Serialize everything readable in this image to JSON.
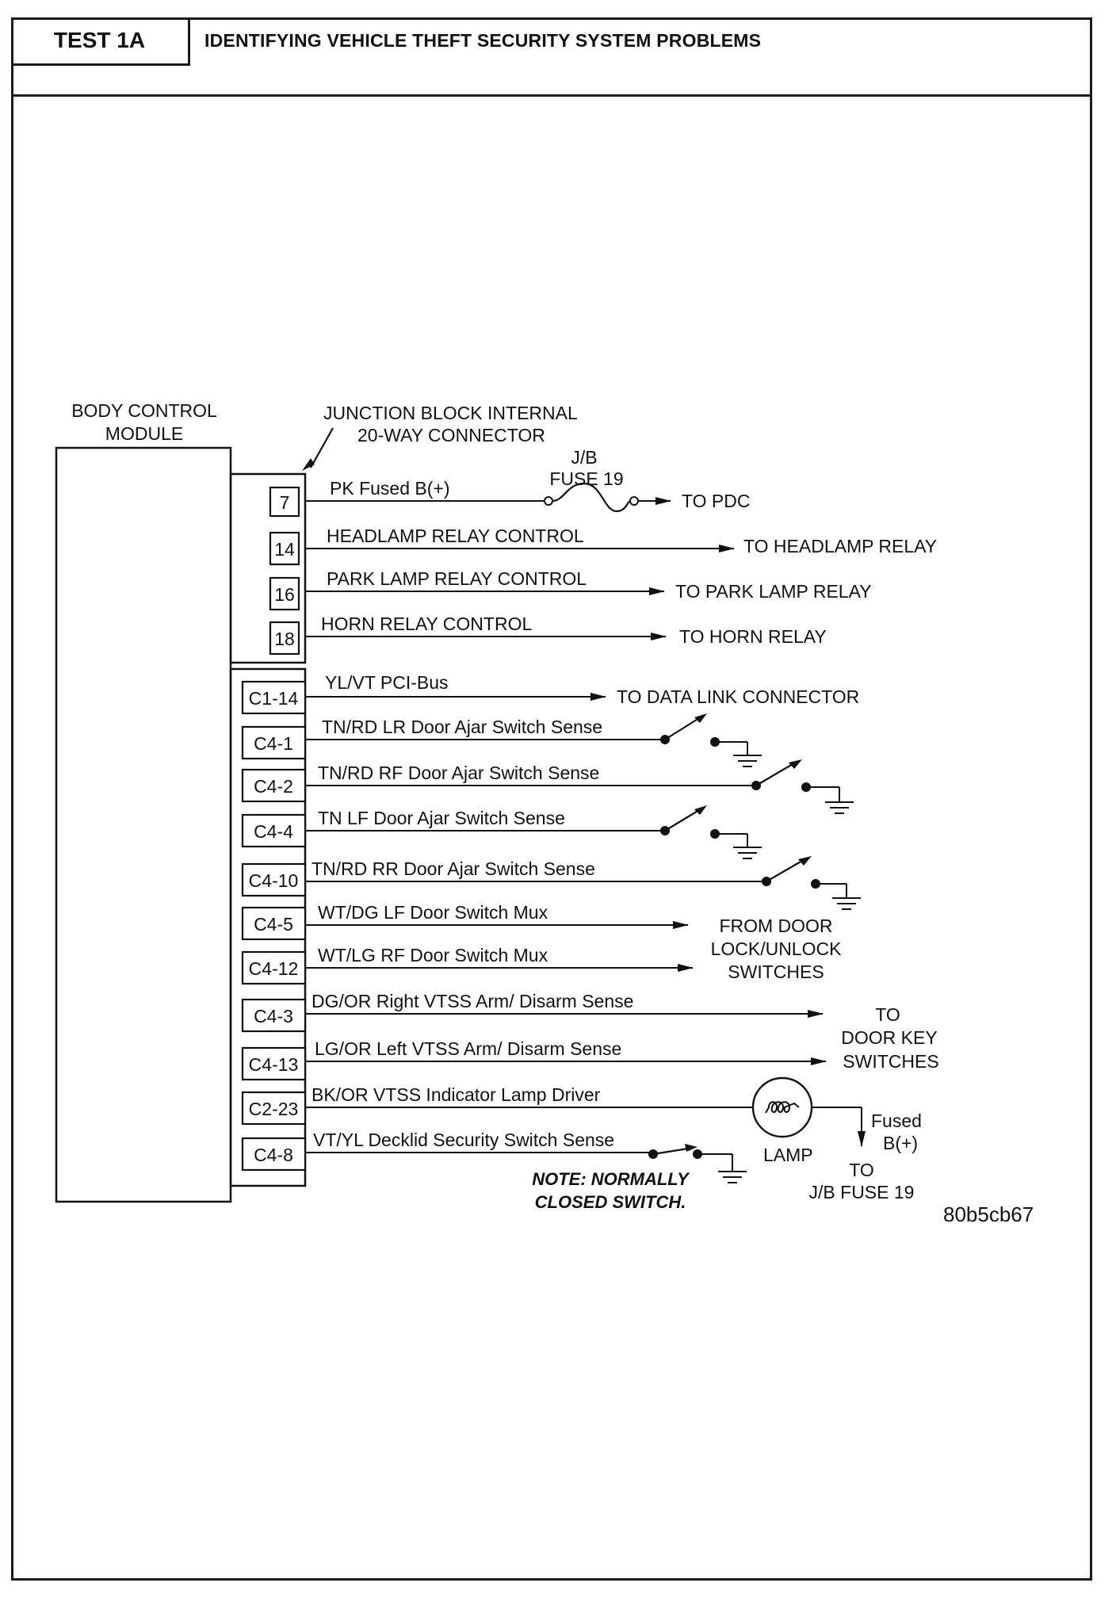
{
  "header": {
    "test_id": "TEST 1A",
    "title": "IDENTIFYING VEHICLE THEFT SECURITY SYSTEM PROBLEMS"
  },
  "module": {
    "line1": "BODY CONTROL",
    "line2": "MODULE"
  },
  "junction": {
    "line1": "JUNCTION BLOCK INTERNAL",
    "line2": "20-WAY CONNECTOR"
  },
  "fuse": {
    "line1": "J/B",
    "line2": "FUSE 19"
  },
  "circuits": [
    {
      "pin": "7",
      "label": "PK Fused B(+)"
    },
    {
      "pin": "14",
      "label": "HEADLAMP  RELAY CONTROL"
    },
    {
      "pin": "16",
      "label": "PARK LAMP RELAY CONTROL"
    },
    {
      "pin": "18",
      "label": "HORN RELAY CONTROL"
    },
    {
      "pin": "C1-14",
      "label": "YL/VT PCI-Bus"
    },
    {
      "pin": "C4-1",
      "label": "TN/RD LR Door Ajar Switch Sense"
    },
    {
      "pin": "C4-2",
      "label": "TN/RD RF Door Ajar Switch Sense"
    },
    {
      "pin": "C4-4",
      "label": "TN LF Door Ajar Switch Sense"
    },
    {
      "pin": "C4-10",
      "label": "TN/RD RR Door Ajar Switch Sense"
    },
    {
      "pin": "C4-5",
      "label": "WT/DG LF Door Switch Mux"
    },
    {
      "pin": "C4-12",
      "label": "WT/LG RF Door Switch Mux"
    },
    {
      "pin": "C4-3",
      "label": "DG/OR Right VTSS Arm/ Disarm Sense"
    },
    {
      "pin": "C4-13",
      "label": "LG/OR Left VTSS Arm/ Disarm Sense"
    },
    {
      "pin": "C2-23",
      "label": "BK/OR VTSS Indicator Lamp Driver"
    },
    {
      "pin": "C4-8",
      "label": "VT/YL Decklid Security Switch Sense"
    }
  ],
  "destinations": {
    "pdc": "TO PDC",
    "headlamp": "TO HEADLAMP RELAY",
    "park": "TO PARK LAMP RELAY",
    "horn": "TO HORN RELAY",
    "dlc": "TO DATA LINK CONNECTOR",
    "door_lock": [
      "FROM DOOR",
      "LOCK/UNLOCK",
      "SWITCHES"
    ],
    "door_key": [
      "TO",
      "DOOR KEY",
      "SWITCHES"
    ],
    "lamp": "LAMP",
    "fused": [
      "Fused",
      "B(+)"
    ],
    "to_fuse": [
      "TO",
      "J/B FUSE 19"
    ]
  },
  "note": [
    "NOTE:  NORMALLY",
    "CLOSED SWITCH."
  ],
  "figure_id": "80b5cb67"
}
